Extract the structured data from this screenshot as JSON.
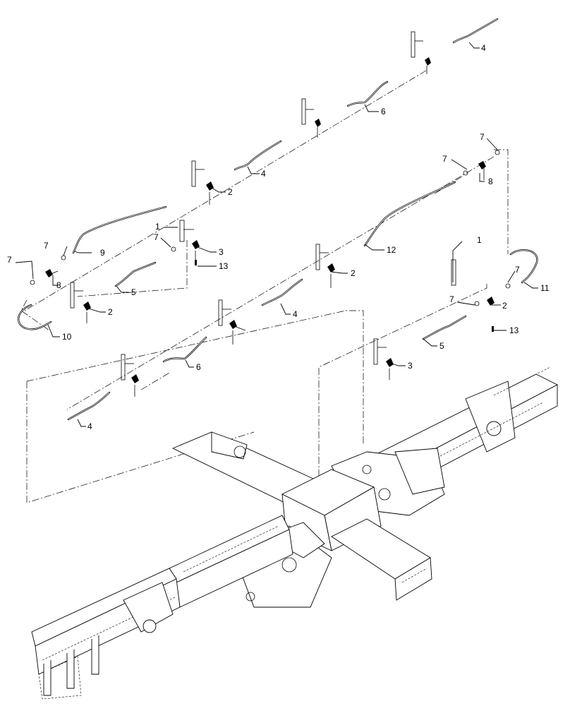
{
  "callouts": {
    "c1a": "1",
    "c1b": "1",
    "c2a": "2",
    "c2b": "2",
    "c2c": "2",
    "c2d": "2",
    "c3a": "3",
    "c3b": "3",
    "c4a": "4",
    "c4b": "4",
    "c4c": "4",
    "c4d": "4",
    "c5a": "5",
    "c5b": "5",
    "c6a": "6",
    "c6b": "6",
    "c7a": "7",
    "c7b": "7",
    "c7c": "7",
    "c7d": "7",
    "c7e": "7",
    "c7f": "7",
    "c7g": "7",
    "c8a": "8",
    "c8b": "8",
    "c9": "9",
    "c10": "10",
    "c11": "11",
    "c12": "12",
    "c13a": "13",
    "c13b": "13"
  }
}
